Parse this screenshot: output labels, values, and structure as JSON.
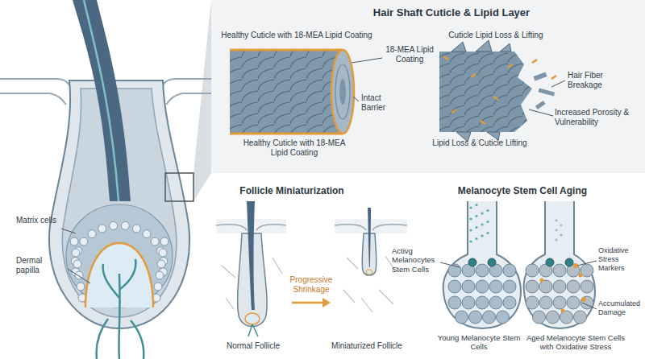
{
  "diagram": {
    "labels": [
      "Hair Shaft Cuticle & Lipid Layer",
      "Healthy Cuticle with 18-MEA Lipid Coating",
      "18-MEA Lipid Coating",
      "Intact Barrier",
      "Healthy Cuticle with 18-MEA Lipid Coating",
      "Cuticle Lipid Loss & Lifting",
      "Hair Fiber Breakage",
      "Increased Porosity & Vulnerability",
      "Lipid Loss & Cuticle Lifting",
      "Matrix cells",
      "Dermal papilla",
      "Follicle Miniaturization",
      "Progressive Shrinkage",
      "Normal Follicle",
      "Miniaturized Follicle",
      "Melanocyte Stem Cell Aging",
      "Activg Melanocytes Stem Cells",
      "Oxidative Stress Markers",
      "Accumulated Damage",
      "Young Melanocyte Stem Cells",
      "Aged Melanocyte Stem Cells with Oxidative Stress"
    ]
  }
}
